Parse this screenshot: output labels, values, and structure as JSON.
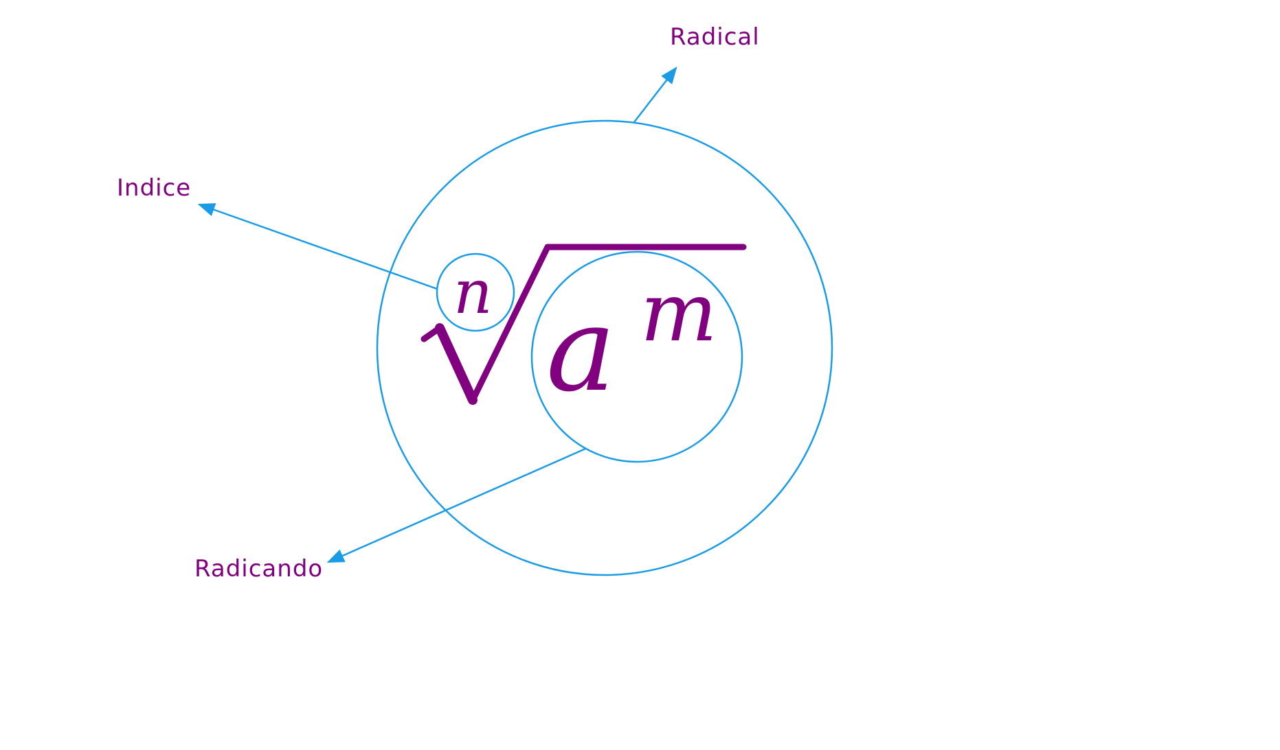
{
  "labels": {
    "radical": "Radical",
    "indice": "Indice",
    "radicando": "Radicando"
  },
  "expression": {
    "index": "n",
    "base": "a",
    "exponent": "m"
  },
  "colors": {
    "text": "#800080",
    "lines": "#1a9be6",
    "arrows": "#1a9be6"
  }
}
